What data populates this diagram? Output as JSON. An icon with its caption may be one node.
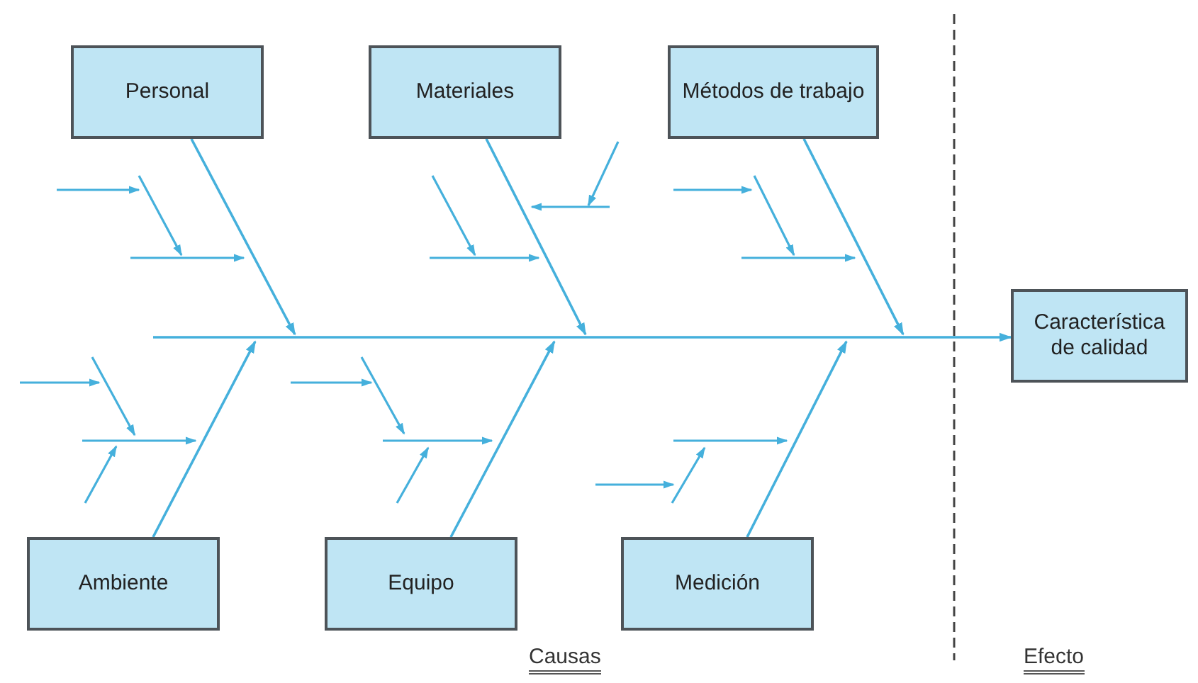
{
  "diagram": {
    "nodes": [
      {
        "text": [
          "Personal"
        ]
      },
      {
        "text": [
          "Materiales"
        ]
      },
      {
        "text": [
          "Métodos de trabajo"
        ]
      },
      {
        "text": [
          "Característica de calidad"
        ]
      },
      {
        "text": [
          "Ambiente"
        ]
      },
      {
        "text": [
          "Equipo"
        ]
      },
      {
        "text": [
          "Medición"
        ]
      }
    ],
    "edges": [
      {
        "from": null,
        "to": 3,
        "arrow": "to"
      },
      {
        "from": 0,
        "to": null,
        "arrow": "to"
      },
      {
        "from": 1,
        "to": null,
        "arrow": "to"
      },
      {
        "from": 2,
        "to": null,
        "arrow": "to"
      },
      {
        "from": 4,
        "to": null,
        "arrow": "to"
      },
      {
        "from": 5,
        "to": null,
        "arrow": "to"
      },
      {
        "from": 6,
        "to": null,
        "arrow": "to"
      }
    ],
    "labels": [
      "Causas",
      "Efecto"
    ]
  }
}
